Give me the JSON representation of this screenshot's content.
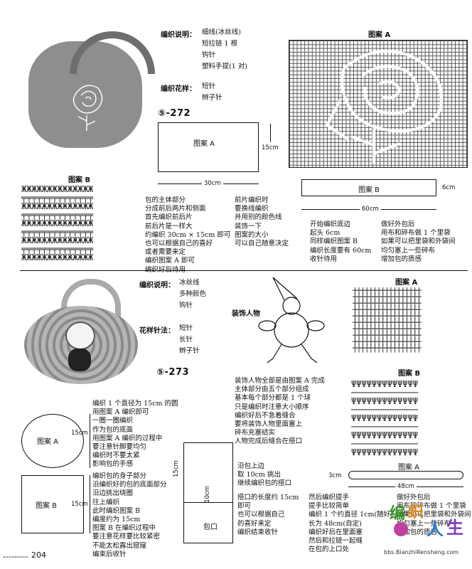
{
  "top": {
    "info_label": "编织说明：",
    "materials": [
      "细线(冰丝线)",
      "短拉链 1 根",
      "钩针",
      "塑料手提(1 对)"
    ],
    "pattern_label": "编织花样：",
    "patterns": [
      "短针",
      "辫子针"
    ],
    "number": "⑤-272",
    "patternA_title": "图案 A",
    "boxA_label": "图案 A",
    "boxA_height": "15cm",
    "boxA_width": "30cm",
    "patternB_title": "图案 B",
    "boxB_label": "图案 B",
    "boxB_height": "6cm",
    "boxB_width": "60cm",
    "text_col1": "包的主体部分\n分成前后两片和侧面\n首先编织前后片\n前后片是一样大\n约编织 30cm × 15cm 即可\n也可以根据自己的喜好\n或者需要来定\n编织图案 A 即可\n编织好后待用",
    "text_col2": "前片编织时\n要换线编织\n并用别的颜色线\n装饰一下\n图案的大小\n可以自己随意决定",
    "text_col3": "开始编织底边\n起头 6cm\n同样编织图案 B\n编织长度要有 60cm\n收针待用",
    "text_col4": "做好外包后\n用布和碎布做 1 个里袋\n如果可以把里袋和外袋间\n均匀塞上一些碎布\n增加包的质感"
  },
  "bottom": {
    "info_label": "编织说明：",
    "materials": [
      "冰丝线",
      "多种颜色",
      "钩针"
    ],
    "pattern_label": "花样针法：",
    "patterns": [
      "短针",
      "长针",
      "辫子针"
    ],
    "number": "⑤-273",
    "doll_label": "装饰人物",
    "patternA_title": "图案 A",
    "patternB_title": "图案 B",
    "doll_text": "装饰人物全部是由图案 A 完成\n主体部分由五个部分组成\n基本每个部分都是 1 个球\n只是编织时注意大小顺序\n编织好后不急着缝合\n要将装饰人物里面塞上\n碎布充塞结实\n人物完成后缝合在搭口",
    "circle_label": "图案 A",
    "circle_dim": "15cm",
    "circle_text": "编织 1 个直径为 15cm 的圆\n用图案 A 编织即可\n一圈一圈编织\n作为包的底面\n用图案 A 编织的过程中\n要注意针脚要均匀\n编织时不要太紧\n影响包的手感",
    "boxB_label": "图案 B",
    "boxB_dim": "15cm",
    "boxB_text": "编织包的身子部分\n沿编织好的包的底面部分\n沿边挑出绕圈\n往上编织\n此时编织图案 B\n编度约为 15cm\n图案 B 在编织过程中\n要注意花样要比较紧密\n不能太松露出窟窿\n编束后收针",
    "mouth_dim1": "15cm",
    "mouth_dim2": "10cm",
    "mouth_label": "包口",
    "mouth_text1": "沿包上边\n取 10cm 挑出\n继续编织包的搭口",
    "mouth_text2": "搭口的长度约 15cm\n即可\n也可以根据自己\n的喜好来定\n编织结束收针",
    "handle_label": "图案 A",
    "handle_h": "3cm",
    "handle_w": "48cm",
    "handle_text1": "然后编织提手\n提手比较简单\n编织 1 个约直径 1cm(随好)\n长为 48cm(自定)\n编织好后在里面塞\n然后和拉链一起缝\n在包的上口处",
    "handle_text2": "做好外包后\n用布和碎布做 1 个里袋\n如果可以把里袋和外袋间\n均匀塞上一些碎布\n增加包的质感"
  },
  "footer": {
    "page_number": "204",
    "dashes": "---------",
    "site_url": "bbs.BianzhiRensheng.com",
    "logo_chars": [
      "编",
      "织",
      "人",
      "生"
    ]
  }
}
